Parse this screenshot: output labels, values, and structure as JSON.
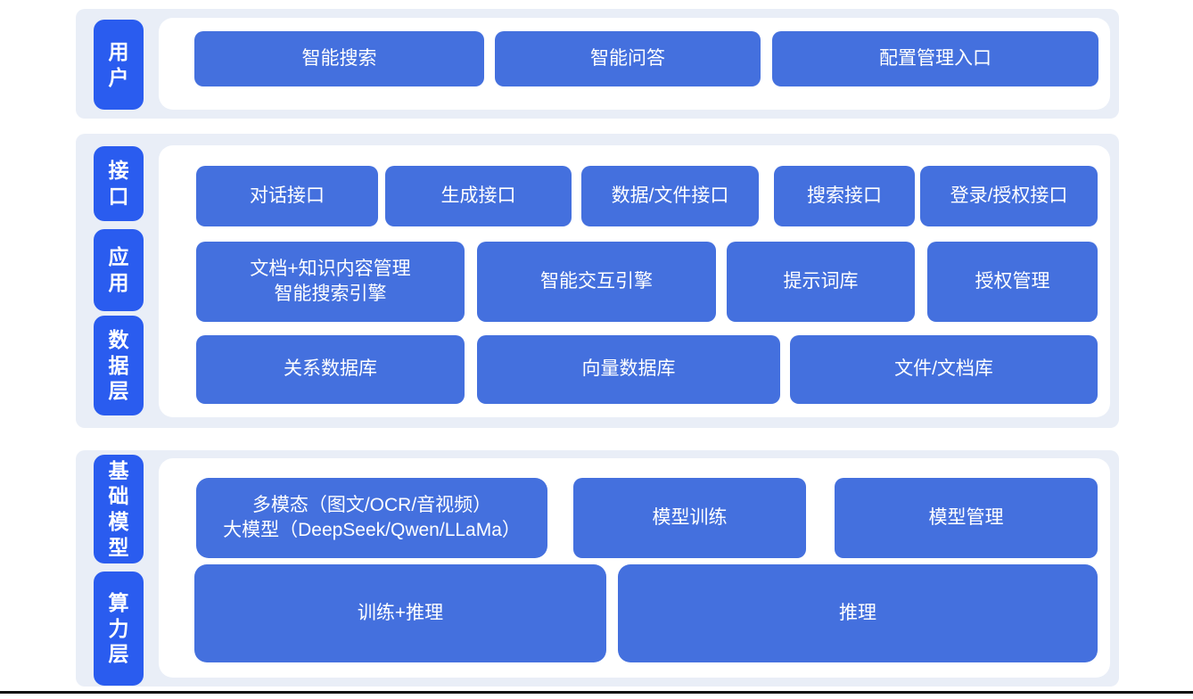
{
  "colors": {
    "label_blue": "#2a5cef",
    "node_blue": "#4470de",
    "panel_bg": "#e9eef7",
    "container_bg": "#ffffff",
    "text": "#ffffff",
    "bottom_rule": "#111111"
  },
  "user_section": {
    "label": "用户",
    "nodes": {
      "smart_search": "智能搜索",
      "smart_qa": "智能问答",
      "config_entry": "配置管理入口"
    }
  },
  "middle_section": {
    "labels": {
      "interface": "接口",
      "application": "应用",
      "data_layer": "数据层"
    },
    "interface_row": {
      "dialog_api": "对话接口",
      "generation_api": "生成接口",
      "data_file_api": "数据/文件接口",
      "search_api": "搜索接口",
      "login_auth_api": "登录/授权接口"
    },
    "application_row": {
      "doc_knowledge_line1": "文档+知识内容管理",
      "doc_knowledge_line2": "智能搜索引擎",
      "interaction_engine": "智能交互引擎",
      "prompt_library": "提示词库",
      "auth_management": "授权管理"
    },
    "data_row": {
      "relational_db": "关系数据库",
      "vector_db": "向量数据库",
      "file_doc_store": "文件/文档库"
    }
  },
  "base_section": {
    "labels": {
      "foundation_model": "基础模型",
      "compute_layer": "算力层"
    },
    "model_row": {
      "multimodal_line1": "多模态（图文/OCR/音视频）",
      "multimodal_line2": "大模型（DeepSeek/Qwen/LLaMa）",
      "model_training": "模型训练",
      "model_management": "模型管理"
    },
    "compute_row": {
      "train_inference": "训练+推理",
      "inference": "推理"
    }
  }
}
